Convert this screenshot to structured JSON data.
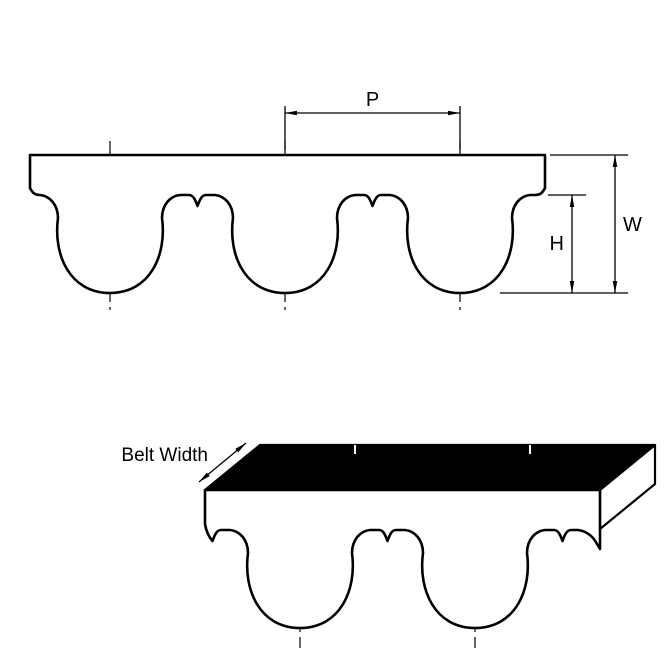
{
  "diagram": {
    "labels": {
      "pitch": "P",
      "width": "W",
      "height": "H",
      "belt_width": "Belt Width"
    },
    "colors": {
      "line": "#000000",
      "belt_fill": "#ffffff",
      "top_face": "#000000"
    }
  }
}
